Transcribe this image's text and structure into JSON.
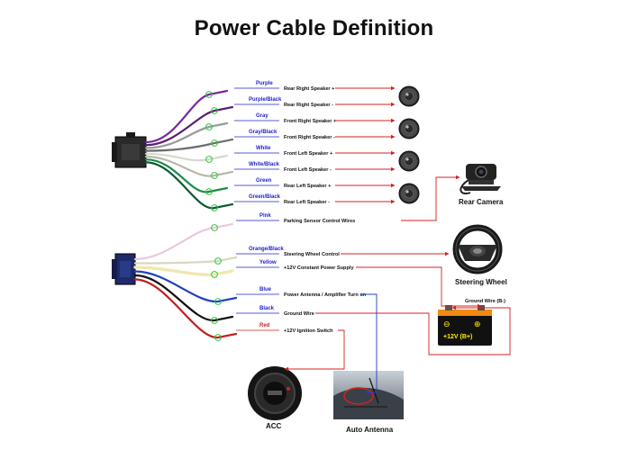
{
  "title": "Power Cable Definition",
  "colors": {
    "label_blue": "#2222cc",
    "label_red": "#cc2222",
    "arrow_red": "#d62020",
    "circle_green": "#2ecc40",
    "battery_body": "#111111",
    "battery_top": "#f08a10"
  },
  "upper_wires": [
    {
      "color_name": "Purple",
      "function": "Rear Right Speaker +",
      "wire_color": "#7a2a9a",
      "icon": "speaker-icon"
    },
    {
      "color_name": "Purple/Black",
      "function": "Rear Right Speaker -",
      "wire_color": "#5a2070",
      "icon": "speaker-icon"
    },
    {
      "color_name": "Gray",
      "function": "Front Right Speaker +",
      "wire_color": "#9a9a9a",
      "icon": "speaker-icon"
    },
    {
      "color_name": "Gray/Black",
      "function": "Front Right Speaker -",
      "wire_color": "#6e6e6e",
      "icon": "speaker-icon"
    },
    {
      "color_name": "White",
      "function": "Front Left Speaker +",
      "wire_color": "#d8d8d0",
      "icon": "speaker-icon"
    },
    {
      "color_name": "White/Black",
      "function": "Front Left Speaker -",
      "wire_color": "#b8b8a8",
      "icon": "speaker-icon"
    },
    {
      "color_name": "Green",
      "function": "Rear Left Speaker +",
      "wire_color": "#1a8a4a",
      "icon": "speaker-icon"
    },
    {
      "color_name": "Green/Black",
      "function": "Rear Left Speaker -",
      "wire_color": "#0e5a30",
      "icon": "speaker-icon"
    }
  ],
  "lower_wires": [
    {
      "color_name": "Pink",
      "function": "Parking Sensor Control Wires",
      "wire_color": "#e8c8e0"
    },
    {
      "color_name": "Orange/Black",
      "function": "Steering Wheel Control",
      "wire_color": "#d8d8c0"
    },
    {
      "color_name": "Yellow",
      "function": "+12V Constant Power Supply",
      "wire_color": "#f0e8b0"
    },
    {
      "color_name": "Blue",
      "function": "Power Antenna / Amplifier Turn on",
      "wire_color": "#2040c0"
    },
    {
      "color_name": "Black",
      "function": "Ground Wire",
      "wire_color": "#111111"
    },
    {
      "color_name": "Red",
      "function": "+12V  Ignition Switch",
      "wire_color": "#c02020"
    }
  ],
  "devices": {
    "rear_camera": "Rear Camera",
    "steering_wheel": "Steering Wheel",
    "ground_wire": "Ground Wire (B-)",
    "battery_minus": "⊖",
    "battery_plus": "⊕",
    "battery_label": "+12V  (B+)",
    "acc": "ACC",
    "auto_antenna": "Auto Antenna"
  }
}
